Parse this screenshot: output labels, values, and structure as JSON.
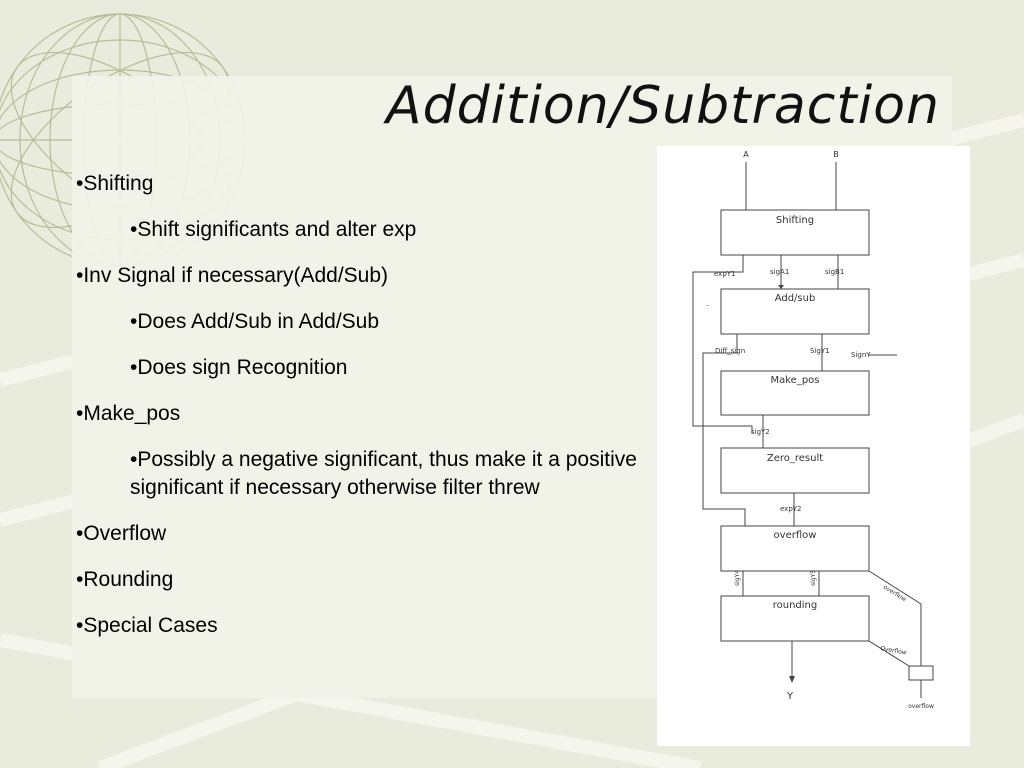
{
  "slide": {
    "title": "Addition/Subtraction",
    "bullets": [
      {
        "level": 1,
        "text": "•Shifting"
      },
      {
        "level": 2,
        "text": "•Shift significants and alter exp"
      },
      {
        "level": 1,
        "text": "•Inv Signal if necessary(Add/Sub)"
      },
      {
        "level": 2,
        "text": "•Does Add/Sub in Add/Sub"
      },
      {
        "level": 2,
        "text": "•Does sign Recognition"
      },
      {
        "level": 1,
        "text": "•Make_pos"
      },
      {
        "level": 2,
        "text": "•Possibly a negative significant, thus make it a positive significant if necessary otherwise filter threw"
      },
      {
        "level": 1,
        "text": "•Overflow"
      },
      {
        "level": 1,
        "text": "•Rounding"
      },
      {
        "level": 1,
        "text": "•Special Cases"
      }
    ]
  },
  "diagram": {
    "inputs": {
      "a": "A",
      "b": "B"
    },
    "blocks": {
      "shifting": "Shifting",
      "addsub": "Add/sub",
      "make_pos": "Make_pos",
      "zero_result": "Zero_result",
      "overflow": "overflow",
      "rounding": "rounding"
    },
    "signals": {
      "expY1": "expY1",
      "sigA1": "sigA1",
      "sigB1": "sigB1",
      "dot": ".",
      "diff_sign": "Diff_sign",
      "sigY1": "SigY1",
      "signY": "SignY",
      "sigY2": "sigY2",
      "expY2": "expY2",
      "sigY4": "sigY4",
      "sigY5": "sigY5",
      "overflow_flag": "overflow",
      "overflow_flag2": "Overflow",
      "output_y": "Y",
      "overflow_out": "overflow"
    }
  }
}
